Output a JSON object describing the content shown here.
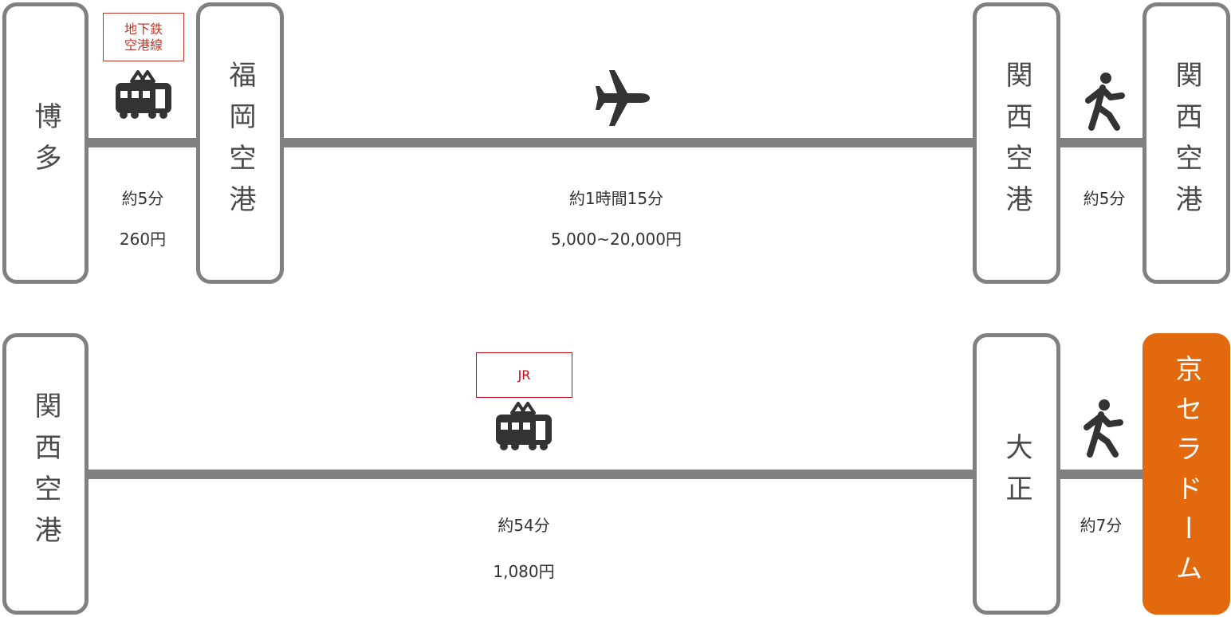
{
  "rows": [
    {
      "stations": [
        "博多",
        "福岡空港",
        "関西空港",
        "関西空港"
      ],
      "segments": [
        {
          "mode": "train",
          "line_label": "地下鉄\n空港線",
          "time": "約5分",
          "fare": "260円"
        },
        {
          "mode": "plane",
          "line_label": "",
          "time": "約1時間15分",
          "fare": "5,000~20,000円"
        },
        {
          "mode": "walk",
          "line_label": "",
          "time": "約5分",
          "fare": ""
        }
      ]
    },
    {
      "stations": [
        "関西空港",
        "大正",
        "京セラドーム"
      ],
      "segments": [
        {
          "mode": "train",
          "line_label": "JR",
          "time": "約54分",
          "fare": "1,080円"
        },
        {
          "mode": "walk",
          "line_label": "",
          "time": "約7分",
          "fare": ""
        }
      ]
    }
  ],
  "icons": {
    "train": "train-icon",
    "plane": "airplane-icon",
    "walk": "walking-person-icon"
  },
  "colors": {
    "line": "#808080",
    "destination": "#e2690e",
    "line_label_subway": "#c0392b",
    "line_label_jr": "#d0021b",
    "icon": "#333333"
  }
}
